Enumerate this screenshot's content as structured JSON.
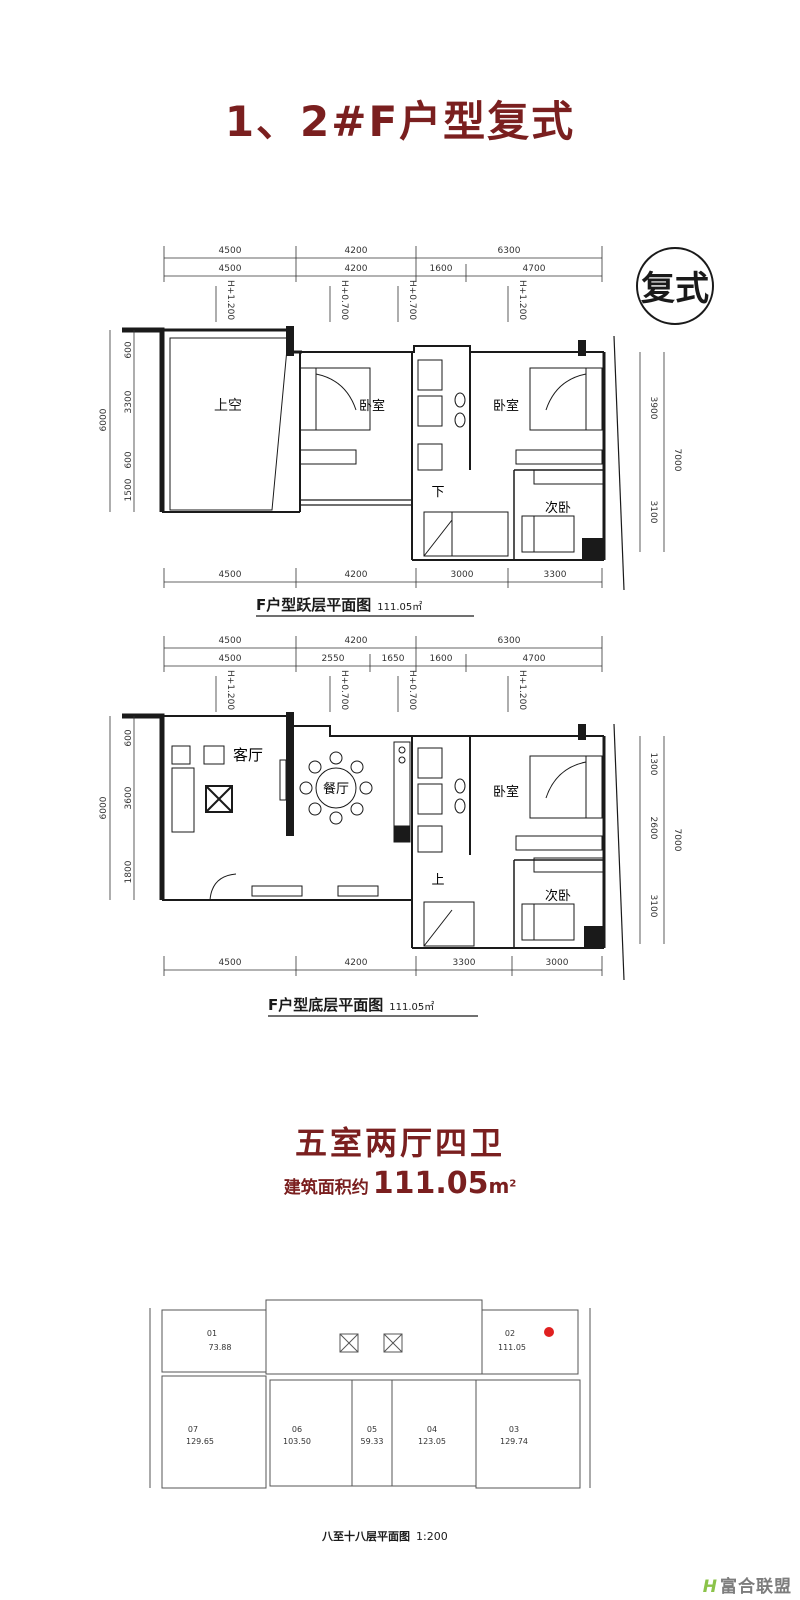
{
  "header": {
    "title": "1、2#F户型复式"
  },
  "badge": {
    "text": "复式"
  },
  "upper_plan": {
    "caption": "F户型跃层平面图",
    "area": "111.05㎡",
    "dims_top1": [
      "4500",
      "4200",
      "6300"
    ],
    "dims_top2": [
      "4500",
      "4200",
      "1600",
      "4700"
    ],
    "dims_bottom": [
      "4500",
      "4200",
      "3000",
      "3300"
    ],
    "dims_left": [
      "600",
      "3300",
      "600",
      "1500"
    ],
    "dims_left_total": "6000",
    "dims_right": [
      "3900",
      "3100"
    ],
    "dims_right_total": "7000",
    "elev": [
      "H+1.200",
      "H+0.700",
      "H+0.700",
      "H+1.200"
    ],
    "rooms": {
      "void": "上空",
      "bed1": "卧室",
      "bed2": "卧室",
      "bed3": "次卧",
      "stair": "下"
    }
  },
  "lower_plan": {
    "caption": "F户型底层平面图",
    "area": "111.05㎡",
    "dims_top1": [
      "4500",
      "4200",
      "6300"
    ],
    "dims_top2": [
      "4500",
      "2550",
      "1650",
      "1600",
      "4700"
    ],
    "dims_bottom": [
      "4500",
      "4200",
      "3300",
      "3000"
    ],
    "dims_left": [
      "600",
      "3600",
      "1800"
    ],
    "dims_left_total": "6000",
    "dims_right": [
      "1300",
      "2600",
      "3100"
    ],
    "dims_right_total": "7000",
    "elev": [
      "H+1.200",
      "H+0.700",
      "H+0.700",
      "H+1.200"
    ],
    "rooms": {
      "living": "客厅",
      "dining": "餐厅",
      "bed1": "卧室",
      "bed2": "次卧",
      "stair": "上"
    }
  },
  "summary": {
    "title": "五室两厅四卫",
    "area_label": "建筑面积约",
    "area_value": "111.05",
    "area_unit": "m",
    "area_sup": "2"
  },
  "key_plan": {
    "caption": "八至十八层平面图",
    "scale": "1:200",
    "units": [
      {
        "id": "01",
        "area": "73.88"
      },
      {
        "id": "02",
        "area": "111.05"
      },
      {
        "id": "07",
        "area": "129.65"
      },
      {
        "id": "06",
        "area": "103.50"
      },
      {
        "id": "05",
        "area": "59.33"
      },
      {
        "id": "04",
        "area": "123.05"
      },
      {
        "id": "03",
        "area": "129.74"
      }
    ],
    "highlight_color": "#e02020"
  },
  "logo": {
    "mark": "H",
    "text": "富合联盟"
  },
  "colors": {
    "accent": "#7a1f1f",
    "line": "#1a1a1a",
    "dim": "#333333"
  }
}
